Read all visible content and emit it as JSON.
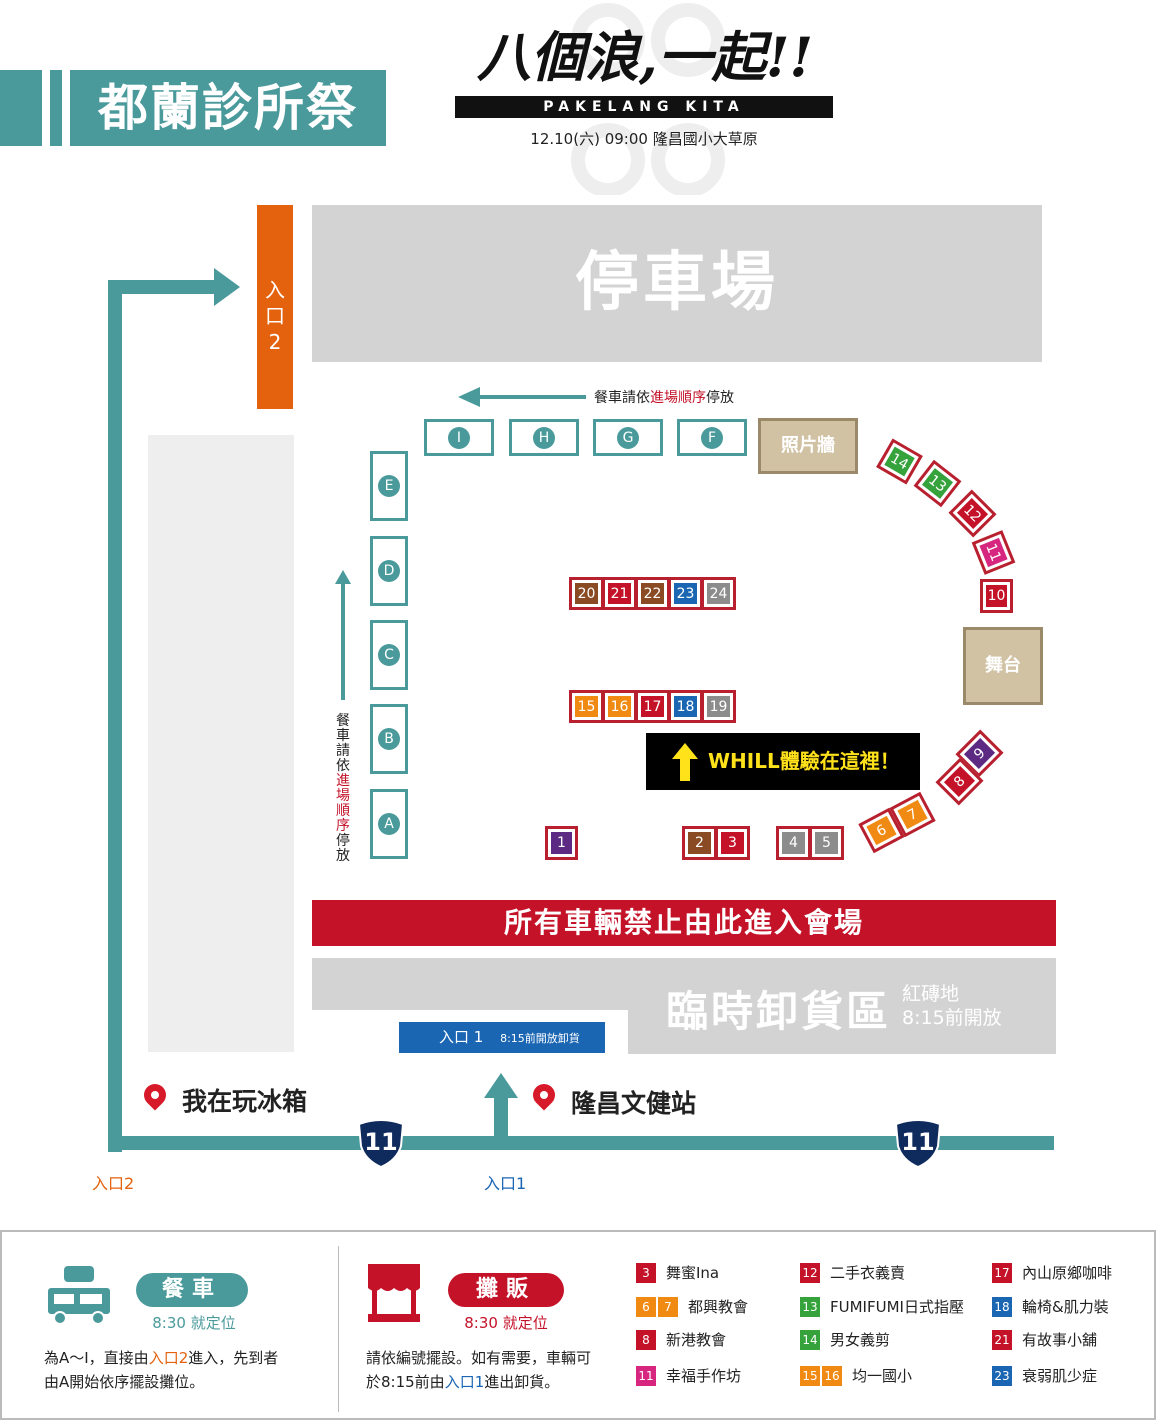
{
  "header": {
    "event_title": "都蘭診所祭",
    "logo_title": "八個浪,一起!!",
    "logo_subtitle": "PAKELANG KITA",
    "datetime_location": "12.10(六)  09:00 隆昌國小大草原"
  },
  "map": {
    "parking": "停車場",
    "entrance2_vertical": "入口2",
    "food_order_top": "餐車請依進場順序停放",
    "food_order_top_parts": [
      "餐車請依",
      "進場順序",
      "停放"
    ],
    "food_order_side_parts": [
      "餐車請依",
      "進場順序",
      "停放"
    ],
    "photo_wall": "照片牆",
    "stage": "舞台",
    "whill": "WHILL體驗在這裡！",
    "no_vehicles": "所有車輛禁止由此進入會場",
    "unload_zone": "臨時卸貨區",
    "unload_note_1": "紅磚地",
    "unload_note_2": "8:15前開放",
    "entrance1_label": "入口 1",
    "entrance1_note": "8:15前開放卸貨",
    "place_1": "我在玩冰箱",
    "place_2": "隆昌文健站",
    "road_number_left": "11",
    "road_number_right": "11",
    "road_entry2": "入口2",
    "road_entry1": "入口1",
    "food_trucks_top": [
      "I",
      "H",
      "G",
      "F"
    ],
    "food_trucks_side": [
      "E",
      "D",
      "C",
      "B",
      "A"
    ],
    "stalls_row_a": [
      "20",
      "21",
      "22",
      "23",
      "24"
    ],
    "stalls_row_b": [
      "15",
      "16",
      "17",
      "18",
      "19"
    ],
    "stalls_bottom": [
      "1",
      "2",
      "3",
      "4",
      "5"
    ],
    "stalls_arc": [
      "14",
      "13",
      "12",
      "11",
      "10",
      "9",
      "8",
      "7",
      "6"
    ]
  },
  "stall_colors": {
    "1": "#5c2a83",
    "2": "#8a4b24",
    "3": "#c41228",
    "4": "#8c8c8c",
    "5": "#8c8c8c",
    "6": "#f08a12",
    "7": "#f08a12",
    "8": "#c41228",
    "9": "#5c2a83",
    "10": "#c41228",
    "11": "#d6267f",
    "12": "#c41228",
    "13": "#35a23c",
    "14": "#35a23c",
    "15": "#f08a12",
    "16": "#f08a12",
    "17": "#c41228",
    "18": "#1b66b3",
    "19": "#8c8c8c",
    "20": "#8a4b24",
    "21": "#c41228",
    "22": "#8a4b24",
    "23": "#1b66b3",
    "24": "#8c8c8c"
  },
  "legend": {
    "food_truck": {
      "title": "餐車",
      "time": "8:30 就定位",
      "desc_1": "為A～I，直接由",
      "desc_1_highlight": "入口2",
      "desc_1_tail": "進入，先到者",
      "desc_2": "由A開始依序擺設攤位。"
    },
    "vendor": {
      "title": "攤販",
      "time": "8:30 就定位",
      "desc_1": "請依編號擺設。如有需要，車輛可",
      "desc_2_head": "於8:15前由",
      "desc_2_highlight": "入口1",
      "desc_2_tail": "進出卸貨。"
    },
    "entries": [
      {
        "nums": [
          "3"
        ],
        "name": "舞蜜Ina"
      },
      {
        "nums": [
          "6",
          "7"
        ],
        "name": "都興教會"
      },
      {
        "nums": [
          "8"
        ],
        "name": "新港教會"
      },
      {
        "nums": [
          "11"
        ],
        "name": "幸福手作坊"
      },
      {
        "nums": [
          "12"
        ],
        "name": "二手衣義賣"
      },
      {
        "nums": [
          "13"
        ],
        "name": "FUMIFUMI日式指壓"
      },
      {
        "nums": [
          "14"
        ],
        "name": "男女義剪"
      },
      {
        "nums": [
          "15",
          "16"
        ],
        "name": "均一國小"
      },
      {
        "nums": [
          "17"
        ],
        "name": "內山原鄉咖啡"
      },
      {
        "nums": [
          "18"
        ],
        "name": "輪椅&肌力裝"
      },
      {
        "nums": [
          "21"
        ],
        "name": "有故事小舖"
      },
      {
        "nums": [
          "23"
        ],
        "name": "衰弱肌少症"
      }
    ]
  },
  "colors": {
    "teal": "#4a9a9c",
    "red": "#c41228",
    "orange": "#e4620e",
    "blue": "#1b66b3"
  }
}
